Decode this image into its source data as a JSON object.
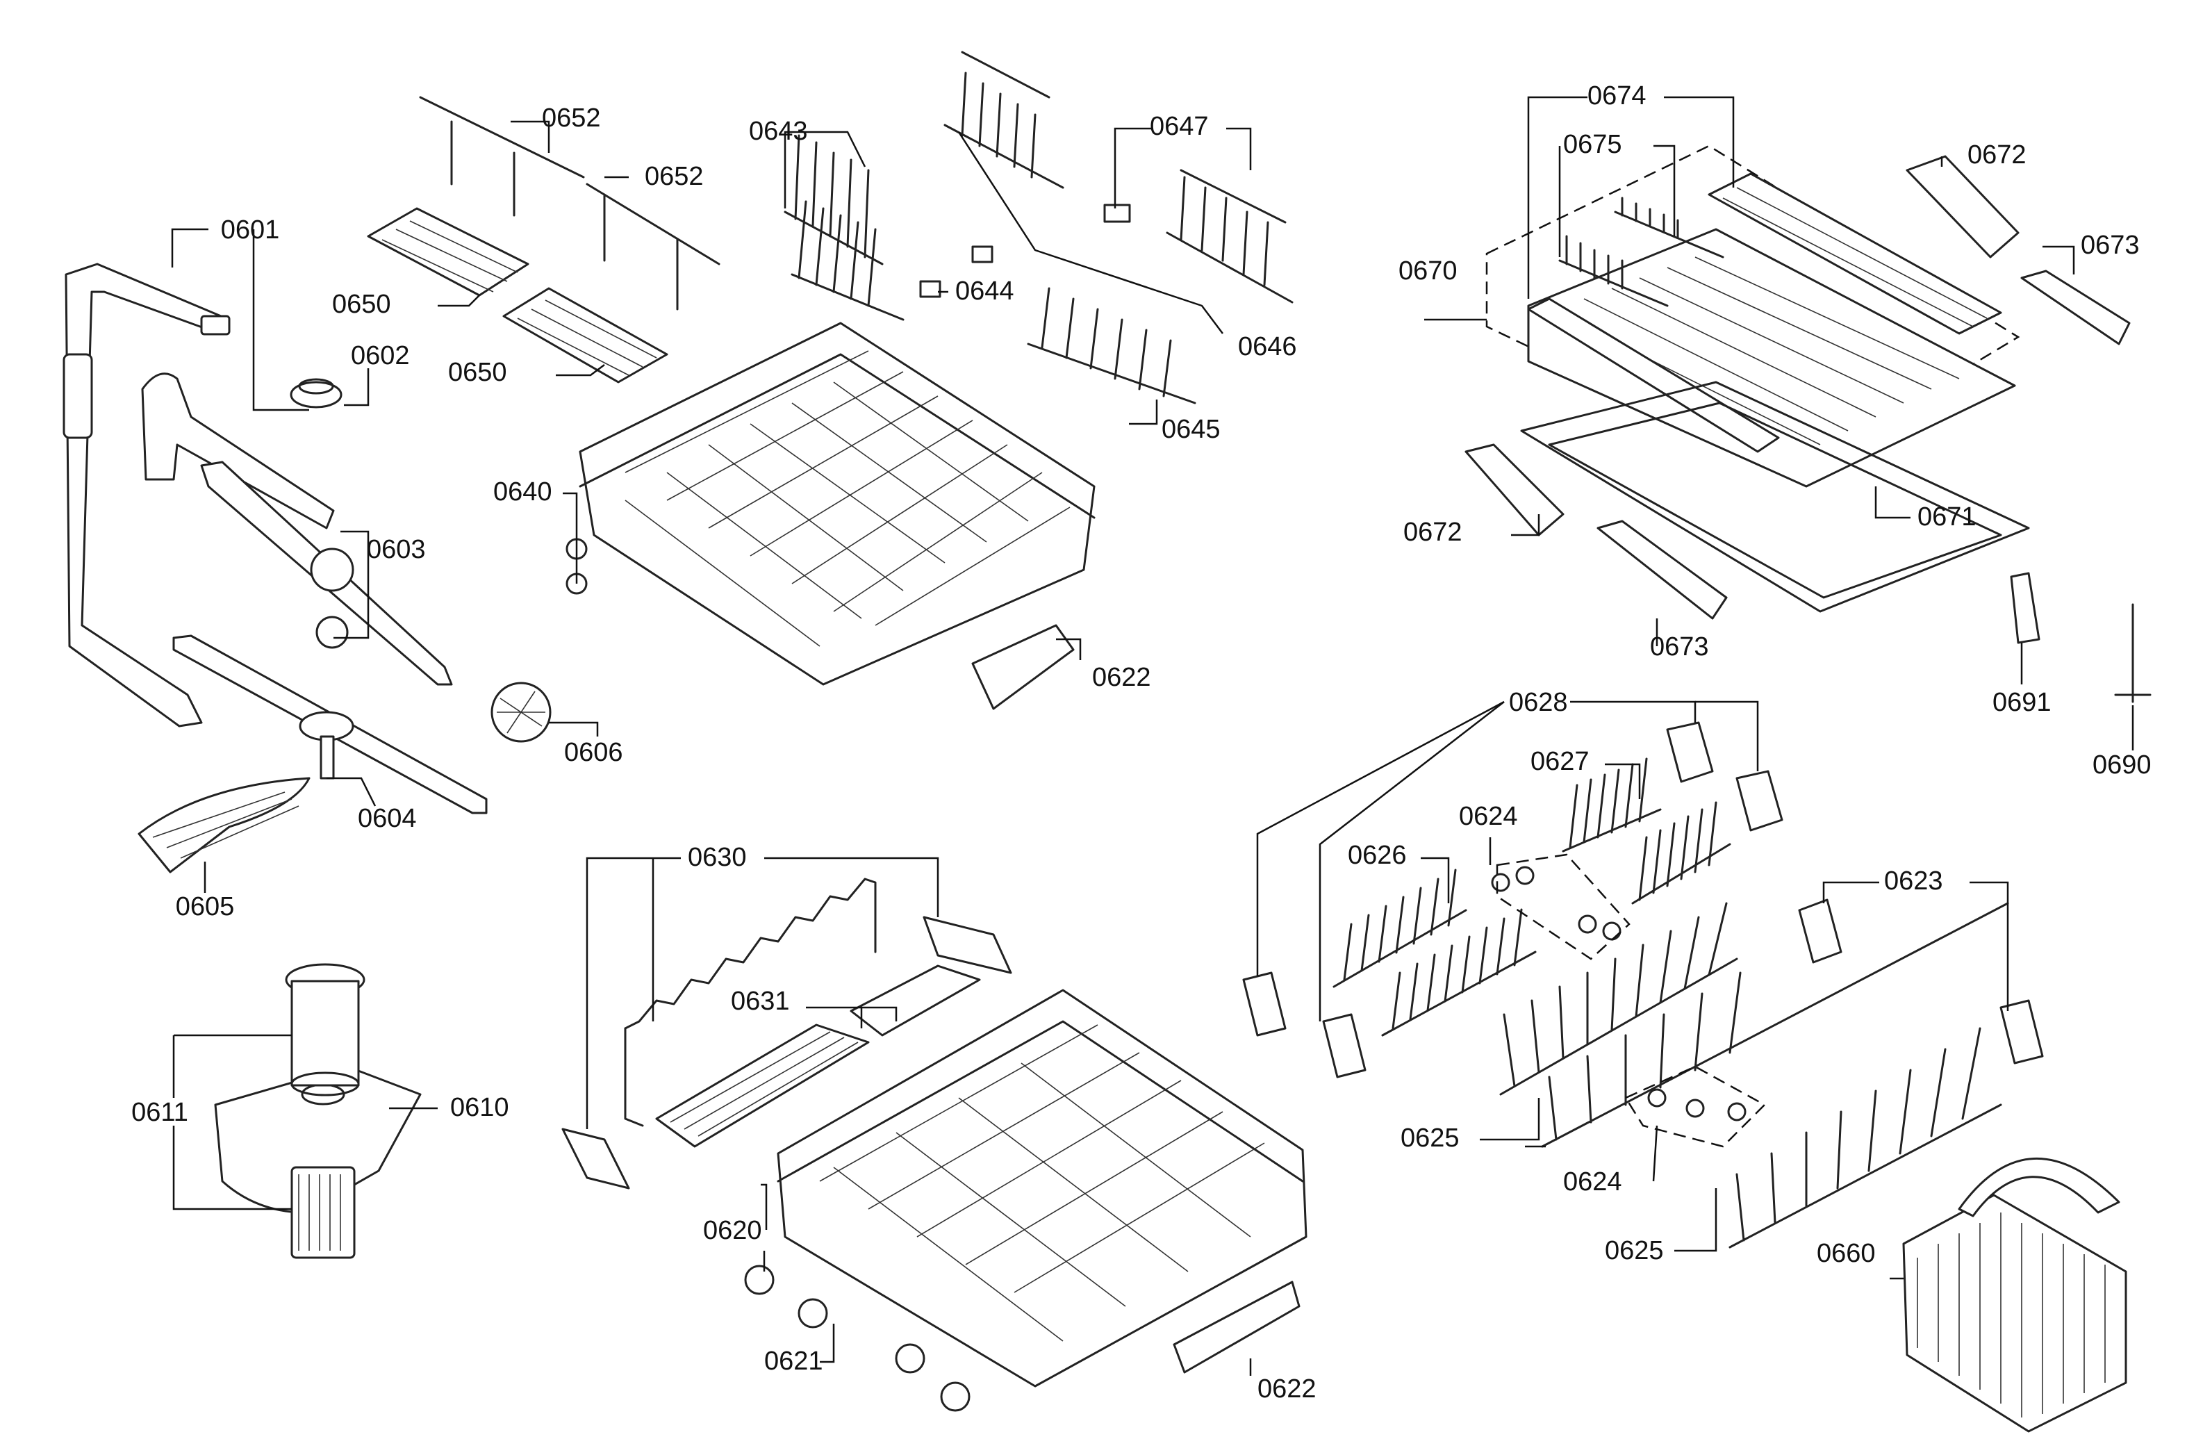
{
  "labels": {
    "p0601": "0601",
    "p0602": "0602",
    "p0603": "0603",
    "p0604": "0604",
    "p0605": "0605",
    "p0606": "0606",
    "p0610": "0610",
    "p0611": "0611",
    "p0620": "0620",
    "p0621": "0621",
    "p0622_top": "0622",
    "p0622_bottom": "0622",
    "p0623": "0623",
    "p0624_top": "0624",
    "p0624_bottom": "0624",
    "p0625_left": "0625",
    "p0625_right": "0625",
    "p0626": "0626",
    "p0627": "0627",
    "p0628": "0628",
    "p0630": "0630",
    "p0631": "0631",
    "p0640": "0640",
    "p0643": "0643",
    "p0644": "0644",
    "p0645": "0645",
    "p0646": "0646",
    "p0647": "0647",
    "p0650_top": "0650",
    "p0650_bottom": "0650",
    "p0652_top": "0652",
    "p0652_bottom": "0652",
    "p0660": "0660",
    "p0670": "0670",
    "p0671": "0671",
    "p0672_top": "0672",
    "p0672_bottom": "0672",
    "p0673_top": "0673",
    "p0673_bottom": "0673",
    "p0674": "0674",
    "p0675": "0675",
    "p0690": "0690",
    "p0691": "0691"
  }
}
